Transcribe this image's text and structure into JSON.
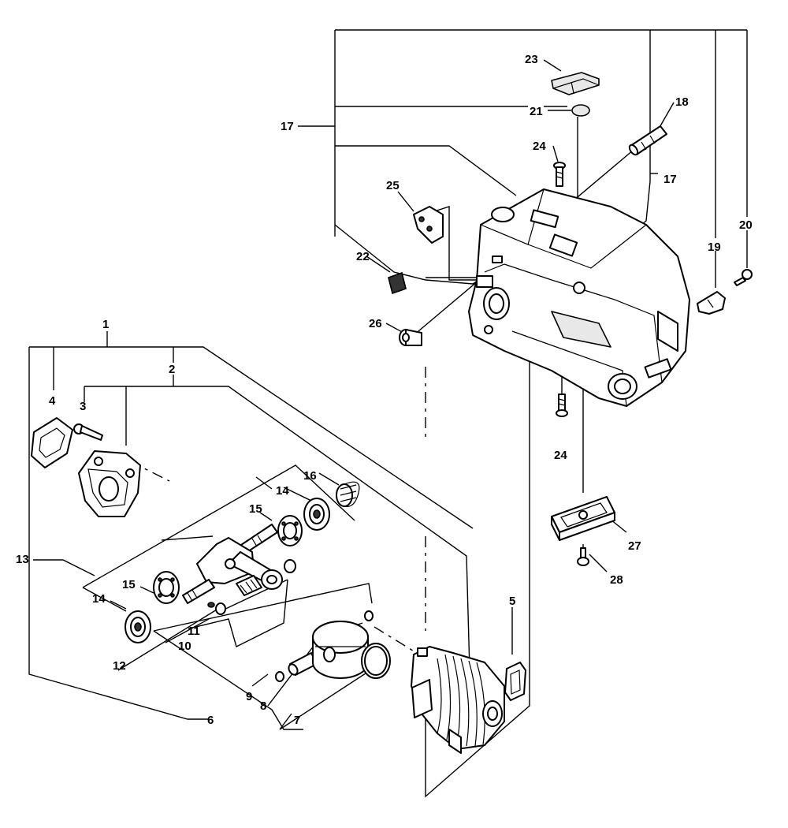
{
  "labels": {
    "l1": "1",
    "l2": "2",
    "l3": "3",
    "l4": "4",
    "l5": "5",
    "l6": "6",
    "l7": "7",
    "l8": "8",
    "l9": "9",
    "l10": "10",
    "l11": "11",
    "l12": "12",
    "l13": "13",
    "l14a": "14",
    "l14b": "14",
    "l15a": "15",
    "l15b": "15",
    "l16": "16",
    "l17a": "17",
    "l17b": "17",
    "l18": "18",
    "l19": "19",
    "l20": "20",
    "l21": "21",
    "l22": "22",
    "l23": "23",
    "l24a": "24",
    "l24b": "24",
    "l25": "25",
    "l26": "26",
    "l27": "27",
    "l28": "28"
  }
}
